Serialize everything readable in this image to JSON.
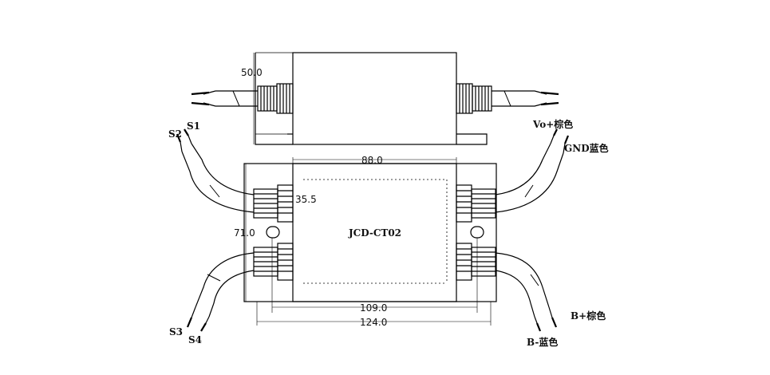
{
  "drawing": {
    "model": "JCD-CT02",
    "dimensions": {
      "height": "50.0",
      "inner_width": "88.0",
      "offset": "35.5",
      "total_height": "71.0",
      "hole_spacing": "109.0",
      "total_width": "124.0"
    },
    "wires": {
      "s1": "S1",
      "s2": "S2",
      "s3": "S3",
      "s4": "S4",
      "vout": "Vo+棕色",
      "gnd": "GND蓝色",
      "bplus": "B+棕色",
      "bminus": "B-蓝色"
    }
  }
}
